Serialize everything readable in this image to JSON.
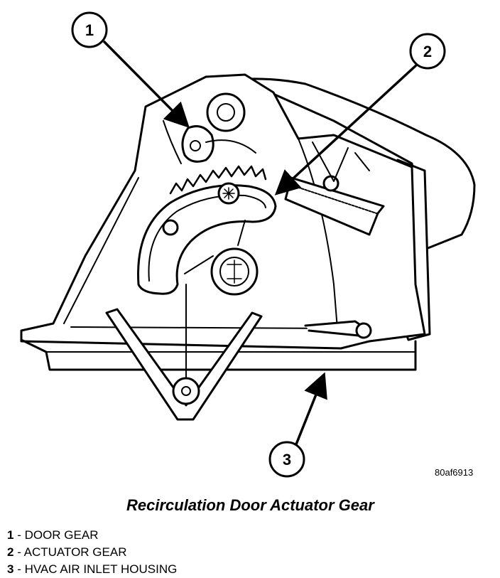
{
  "diagram": {
    "title": "Recirculation Door Actuator Gear",
    "figure_code": "80af6913",
    "callouts": [
      "1",
      "2",
      "3"
    ],
    "legend": [
      {
        "number": "1",
        "label": " - DOOR GEAR"
      },
      {
        "number": "2",
        "label": " - ACTUATOR GEAR"
      },
      {
        "number": "3",
        "label": " - HVAC AIR INLET HOUSING"
      }
    ]
  }
}
